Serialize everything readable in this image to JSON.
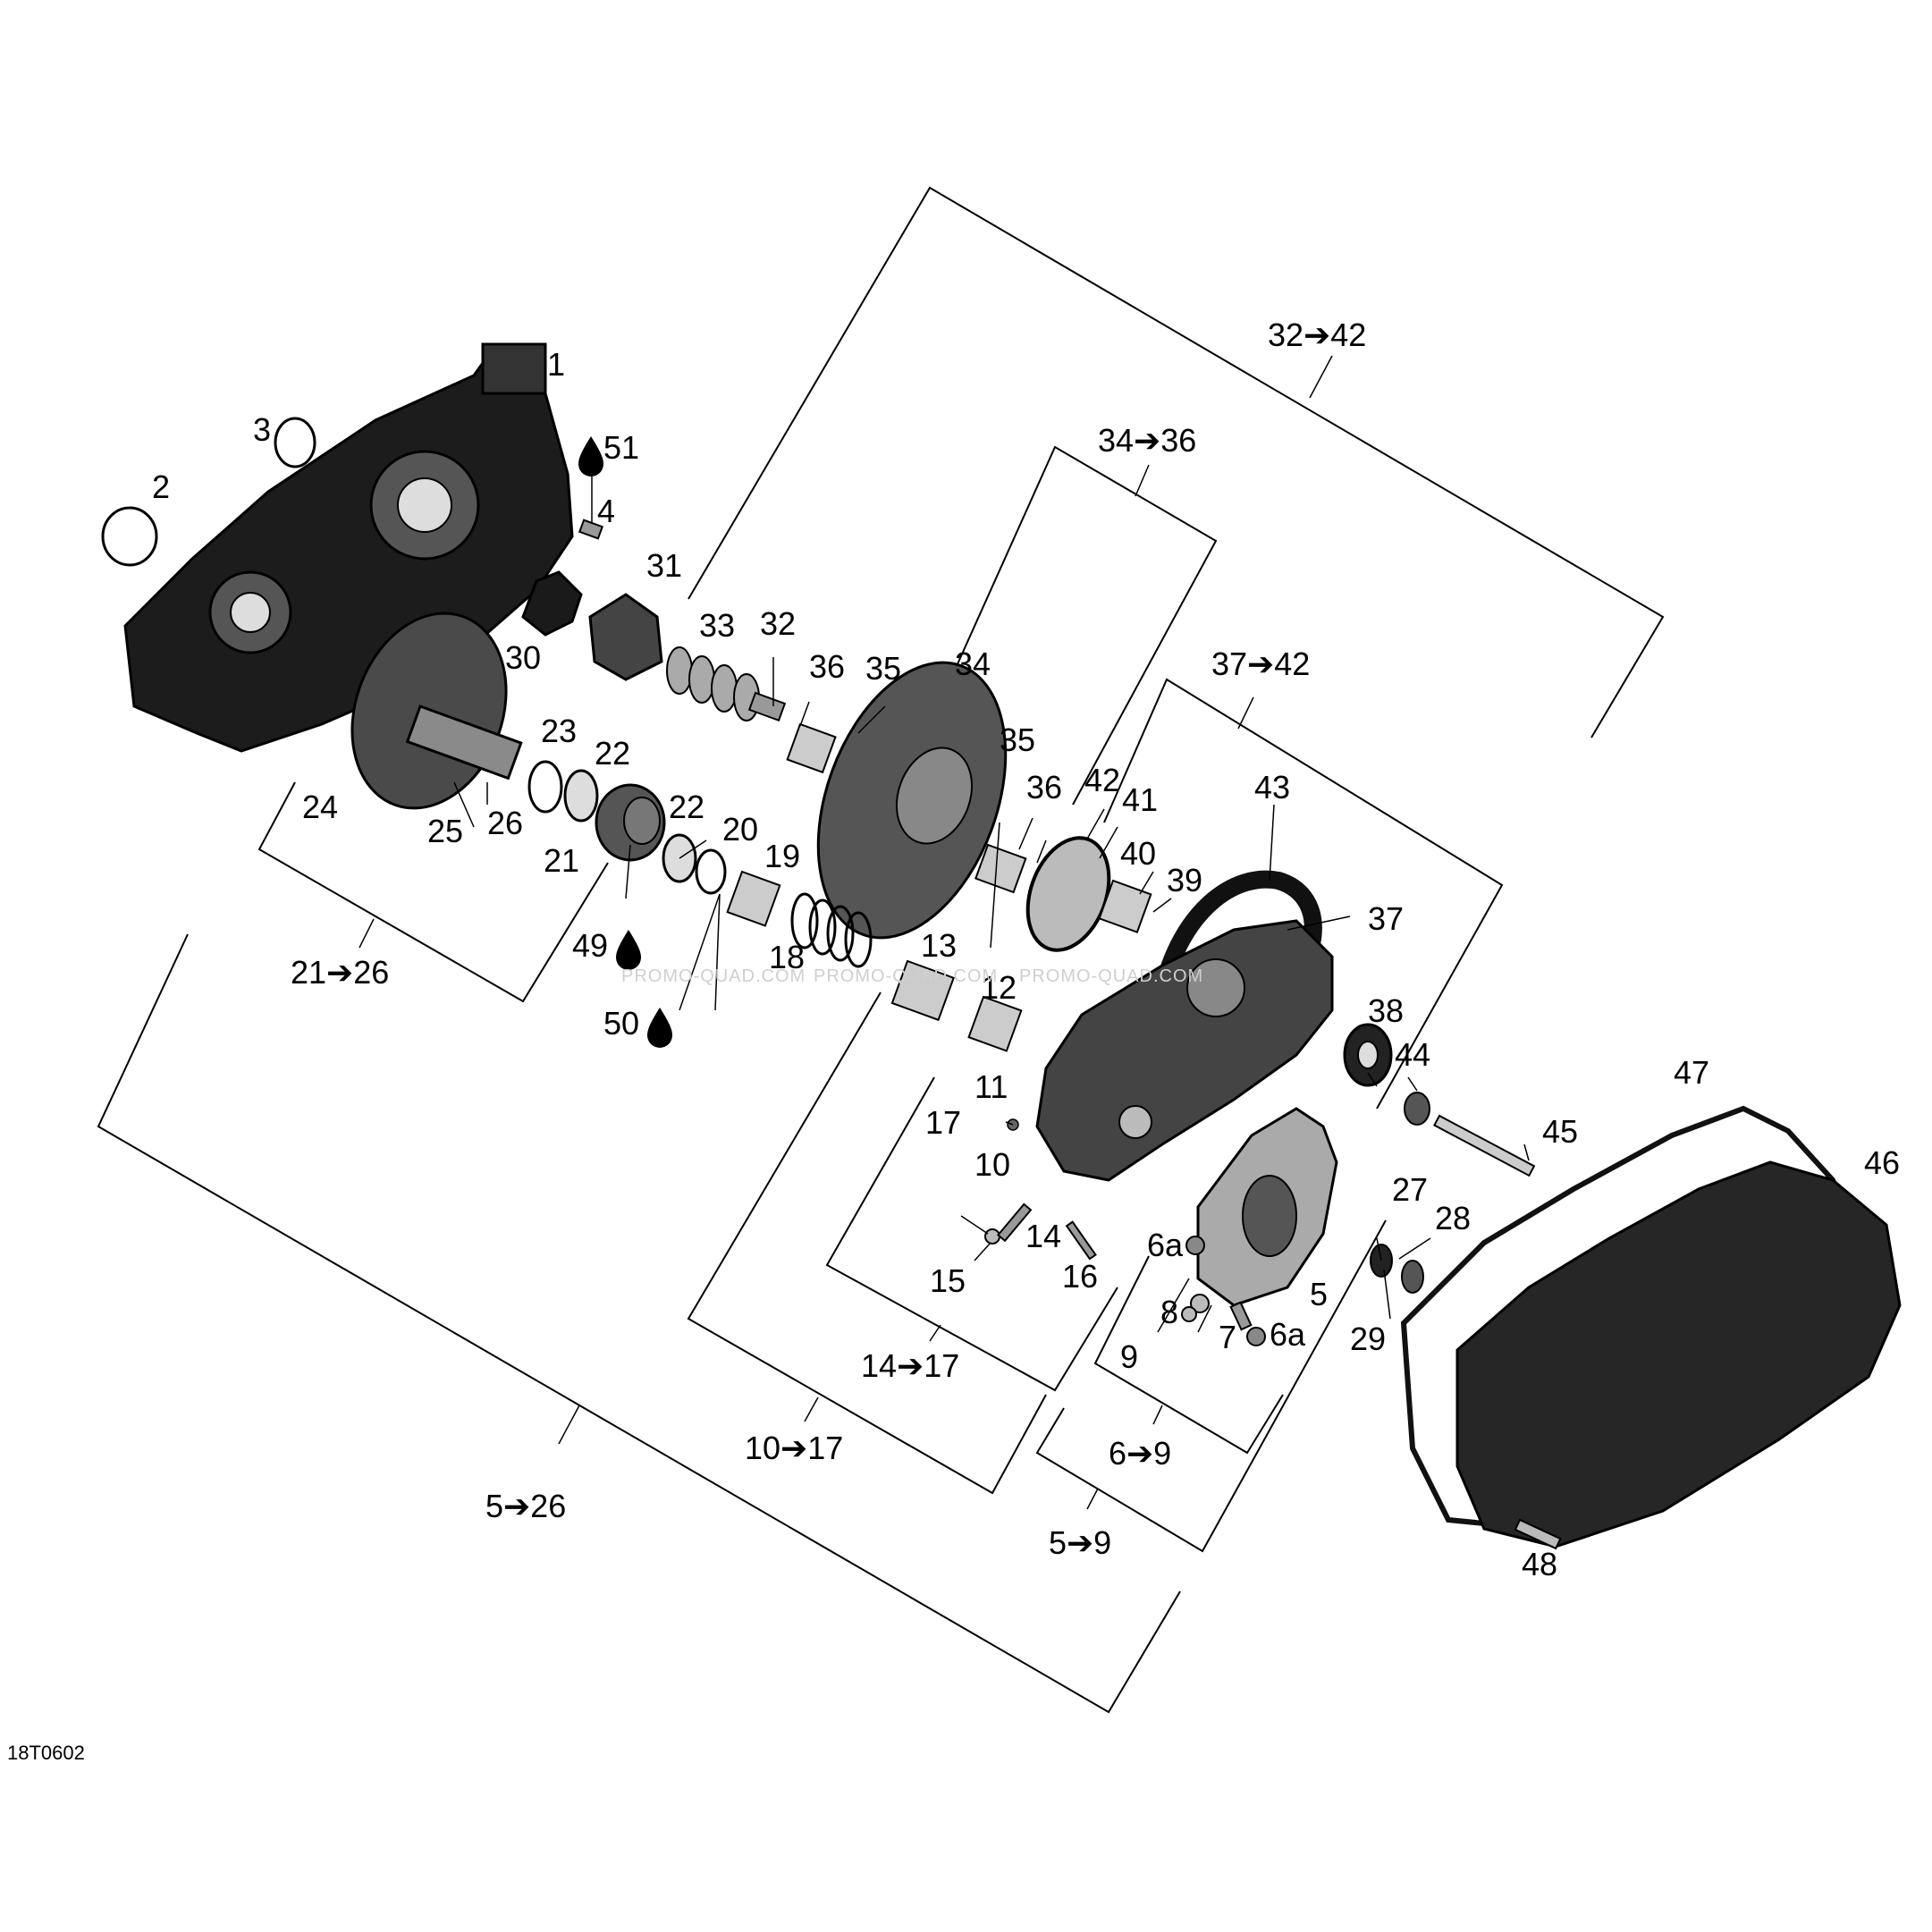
{
  "diagram_code": "18T0602",
  "watermark": "PROMO-QUAD.COM",
  "part_labels": [
    "1",
    "2",
    "3",
    "4",
    "5",
    "5",
    "6a",
    "6a",
    "7",
    "8",
    "9",
    "10",
    "11",
    "12",
    "13",
    "14",
    "15",
    "16",
    "17",
    "18",
    "19",
    "20",
    "21",
    "22",
    "22",
    "23",
    "24",
    "25",
    "26",
    "27",
    "28",
    "29",
    "30",
    "31",
    "32",
    "33",
    "34",
    "35",
    "35",
    "36",
    "36",
    "37",
    "38",
    "39",
    "40",
    "41",
    "42",
    "43",
    "44",
    "45",
    "46",
    "47",
    "48",
    "49",
    "50",
    "51"
  ],
  "group_labels": [
    "32➔42",
    "34➔36",
    "37➔42",
    "21➔26",
    "14➔17",
    "10➔17",
    "6➔9",
    "5➔9",
    "5➔26"
  ],
  "icons": [
    "oil-drop-icon"
  ]
}
